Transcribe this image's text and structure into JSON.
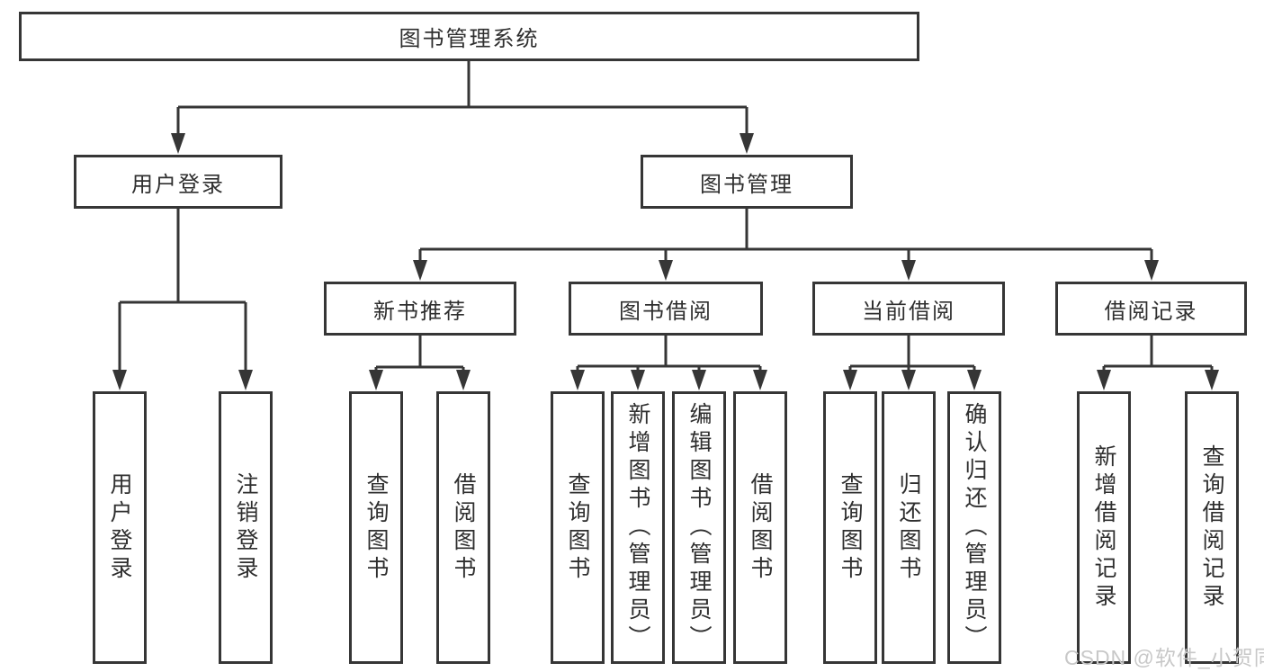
{
  "colors": {
    "line": "#363636",
    "box_fill": "#ffffff",
    "text": "#2f2f2f",
    "watermark": "#c8c8c8"
  },
  "watermark": {
    "text": "CSDN @软件_小贺同学"
  },
  "diagram": {
    "root": "图书管理系统",
    "level2": [
      "用户登录",
      "图书管理"
    ],
    "level3": [
      "新书推荐",
      "图书借阅",
      "当前借阅",
      "借阅记录"
    ],
    "leaves": {
      "user_login": [
        "用户登录",
        "注销登录"
      ],
      "new_book_rec": [
        "查询图书",
        "借阅图书"
      ],
      "book_borrow": [
        "查询图书",
        "新增图书（管理员）",
        "编辑图书（管理员）",
        "借阅图书"
      ],
      "current_borrow": [
        "查询图书",
        "归还图书",
        "确认归还（管理员）"
      ],
      "borrow_records": [
        "新增借阅记录",
        "查询借阅记录"
      ]
    }
  }
}
